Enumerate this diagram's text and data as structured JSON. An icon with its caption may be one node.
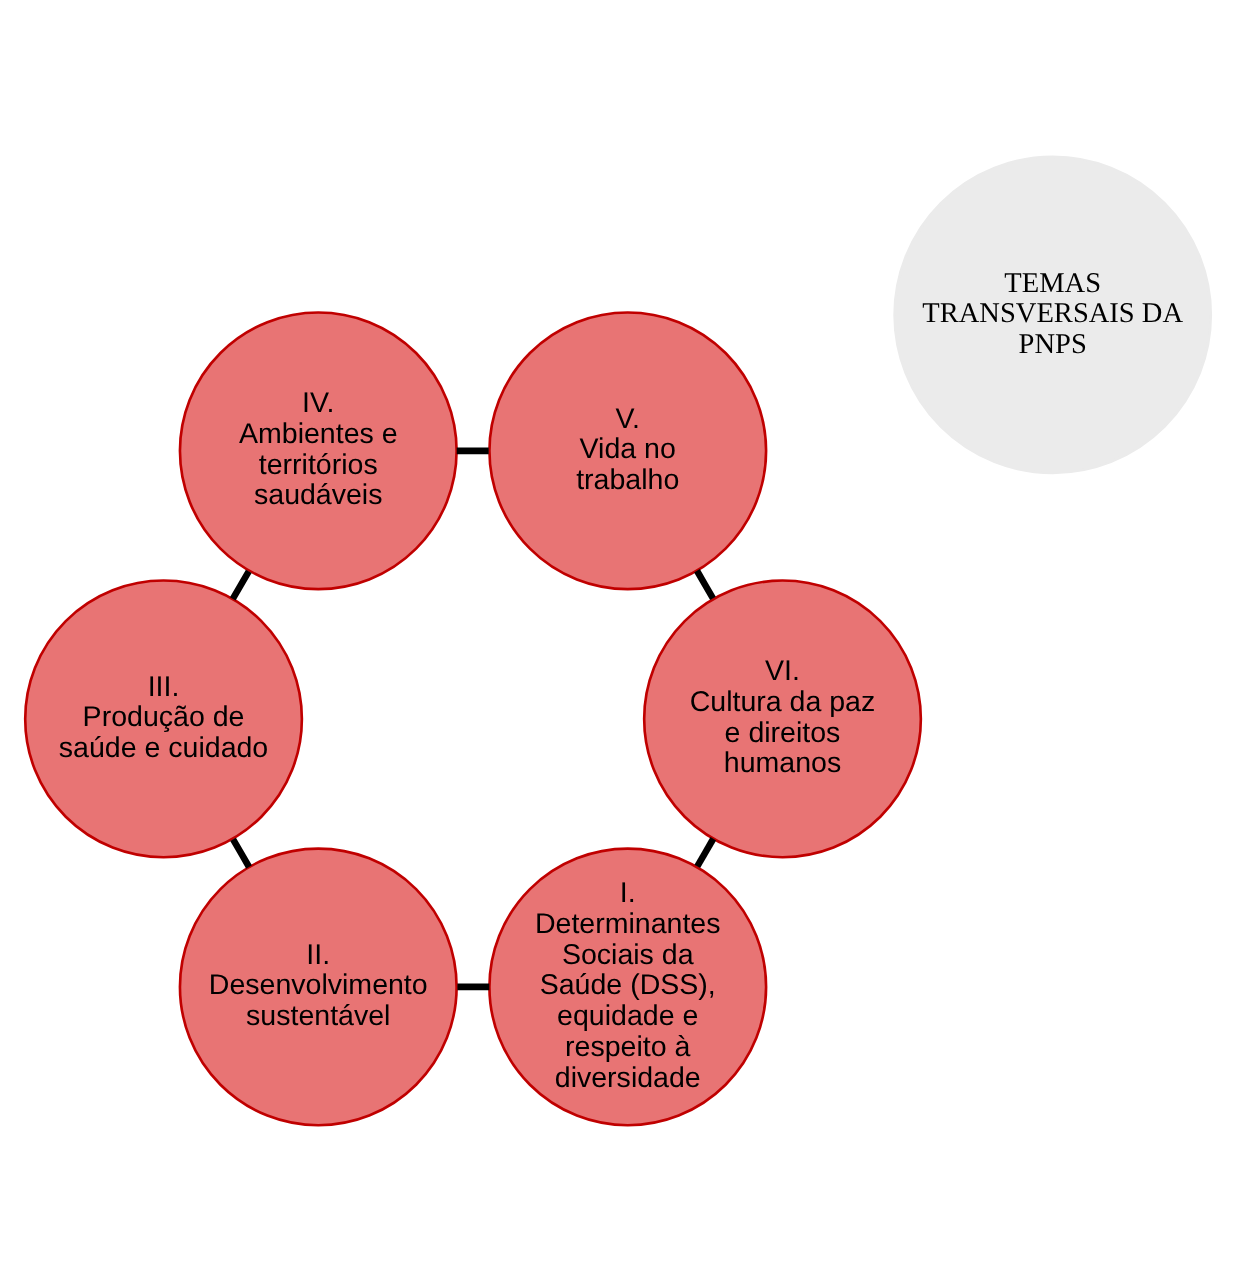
{
  "diagram": {
    "nodes": [
      {
        "text": [
          "TEMAS TRANSVERSAIS DA PNPS"
        ]
      },
      {
        "text": [
          "I.",
          "Determinantes Sociais da Saúde (DSS), equidade e respeito à diversidade"
        ]
      },
      {
        "text": [
          "II.",
          "Desenvolvimento sustentável"
        ]
      },
      {
        "text": [
          "III.",
          "Produção de saúde e cuidado"
        ]
      },
      {
        "text": [
          "IV.",
          "Ambientes e territórios saudáveis"
        ]
      },
      {
        "text": [
          "V.",
          "Vida no trabalho"
        ]
      },
      {
        "text": [
          "VI.",
          "Cultura da paz e direitos humanos"
        ]
      }
    ],
    "edges": [
      {
        "from": 1,
        "to": 2,
        "arrow": "none"
      },
      {
        "from": 2,
        "to": 3,
        "arrow": "none"
      },
      {
        "from": 3,
        "to": 4,
        "arrow": "none"
      },
      {
        "from": 4,
        "to": 5,
        "arrow": "none"
      },
      {
        "from": 5,
        "to": 6,
        "arrow": "none"
      },
      {
        "from": 6,
        "to": 1,
        "arrow": "none"
      }
    ]
  }
}
